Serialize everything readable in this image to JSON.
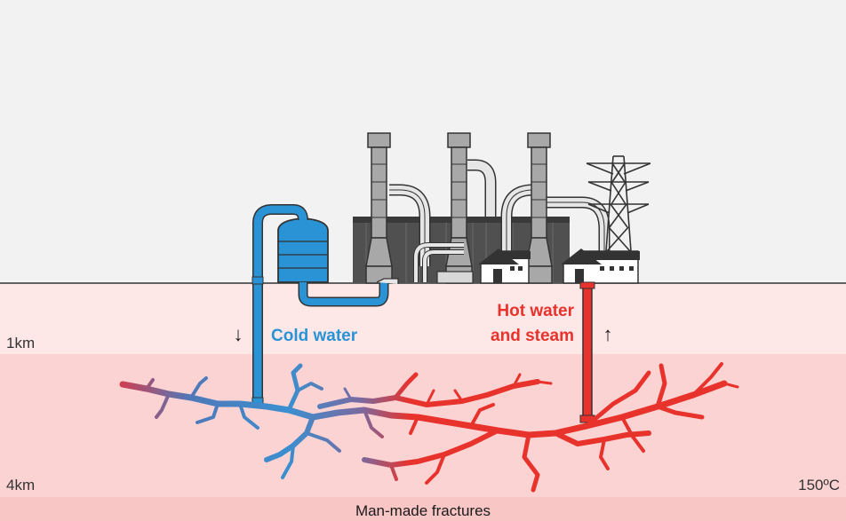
{
  "depth_labels": {
    "shallow": "1km",
    "deep": "4km"
  },
  "temperature_label": "150ºC",
  "labels": {
    "cold_water": "Cold water",
    "hot_water_line1": "Hot water",
    "hot_water_line2": "and steam"
  },
  "arrows": {
    "down": "↓",
    "up": "↑"
  },
  "caption": "Man-made fractures",
  "colors": {
    "sky": "#f2f2f2",
    "ground_upper": "#fde7e7",
    "ground_lower": "#fbd3d3",
    "cold": "#2a93d5",
    "hot": "#e8322c",
    "building_dark": "#505050",
    "building_gray": "#a8a8a8"
  }
}
